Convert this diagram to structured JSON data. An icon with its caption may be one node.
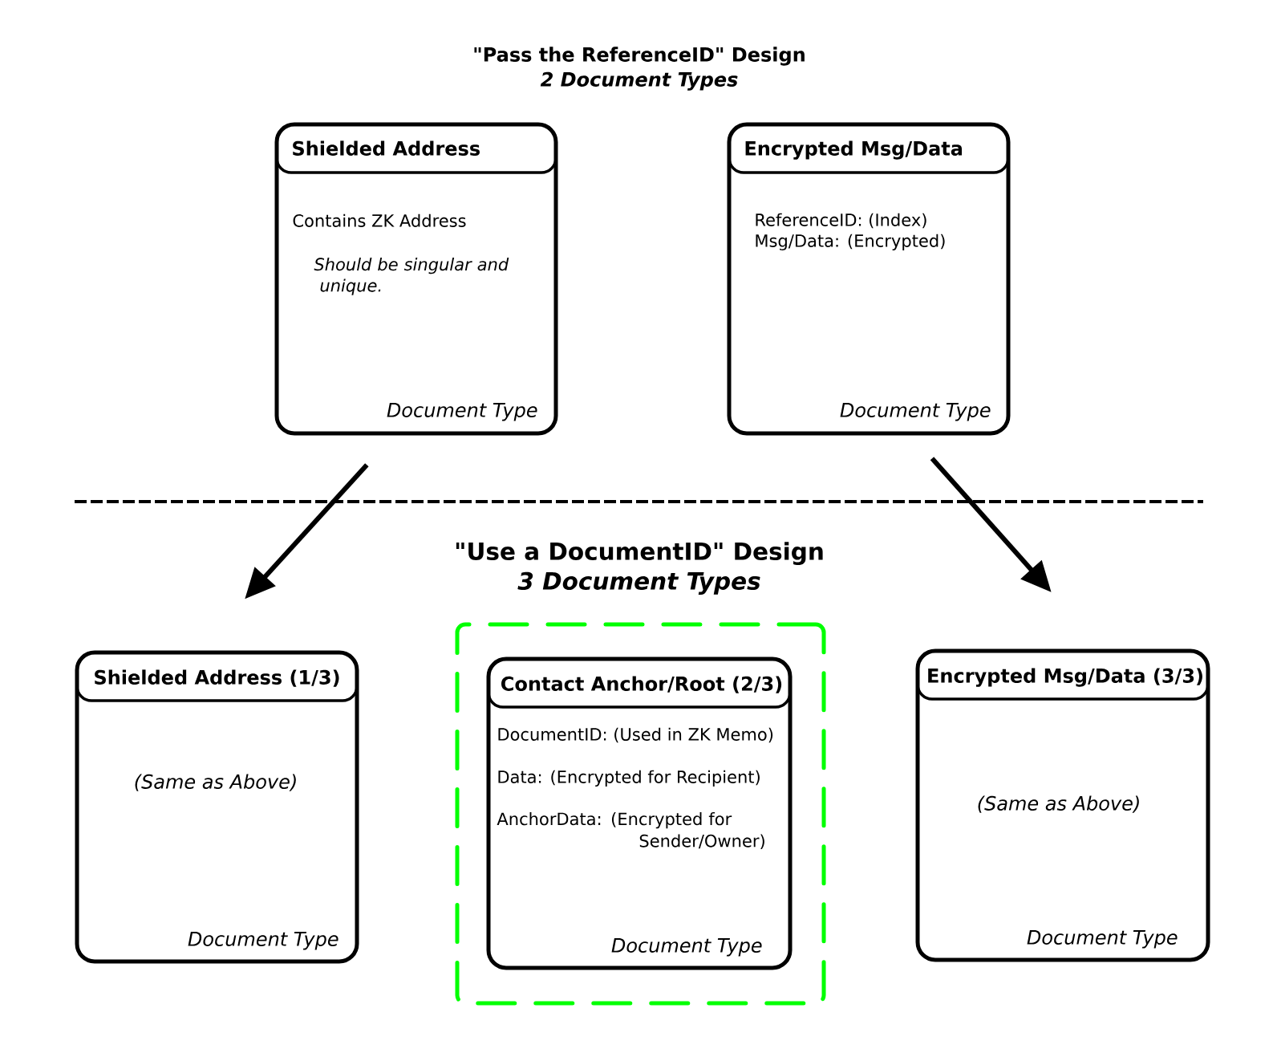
{
  "diagram": {
    "nodes": [
      {
        "text": [
          "Shielded Address",
          "Contains ZK Address",
          "Should be singular and unique.",
          "Document Type"
        ]
      },
      {
        "text": [
          "Encrypted Msg/Data",
          "ReferenceID: (Index)",
          "Msg/Data: (Encrypted)",
          "Document Type"
        ]
      },
      {
        "text": [
          "Shielded Address (1/3)",
          "(Same as Above)",
          "Document Type"
        ]
      },
      {
        "text": [],
        "shape": "box"
      },
      {
        "text": [
          "Contact Anchor/Root (2/3)",
          "DocumentID: (Used in ZK Memo)",
          "Data: (Encrypted for Recipient)",
          "AnchorData: (Encrypted for Sender/Owner)",
          "Document Type"
        ],
        "in": 3
      },
      {
        "text": [
          "Encrypted Msg/Data (3/3)",
          "(Same as Above)",
          "Document Type"
        ]
      }
    ],
    "edges": [
      {
        "from": 0,
        "to": 2,
        "arrow": "to"
      },
      {
        "from": 1,
        "to": 5,
        "arrow": "to"
      }
    ],
    "labels": [
      "\"Pass the ReferenceID\" Design",
      "2 Document Types",
      "\"Use a DocumentID\" Design",
      "3 Document Types"
    ]
  }
}
